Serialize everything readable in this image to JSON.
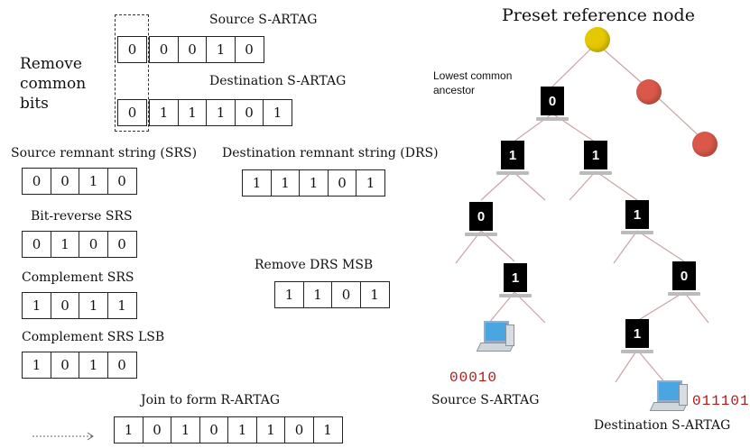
{
  "left": {
    "remove_common_bits": [
      "Remove",
      "common",
      "bits"
    ],
    "source_label": "Source S-ARTAG",
    "source_bits": [
      "0",
      "0",
      "0",
      "1",
      "0"
    ],
    "dest_label": "Destination S-ARTAG",
    "dest_bits": [
      "0",
      "1",
      "1",
      "1",
      "0",
      "1"
    ],
    "srs_label": "Source remnant string (SRS)",
    "srs_bits": [
      "0",
      "0",
      "1",
      "0"
    ],
    "drs_label": "Destination remnant string (DRS)",
    "drs_bits": [
      "1",
      "1",
      "1",
      "0",
      "1"
    ],
    "bitrev_label": "Bit-reverse SRS",
    "bitrev_bits": [
      "0",
      "1",
      "0",
      "0"
    ],
    "complement_label": "Complement SRS",
    "complement_bits": [
      "1",
      "0",
      "1",
      "1"
    ],
    "remove_msb_label": "Remove DRS MSB",
    "remove_msb_bits": [
      "1",
      "1",
      "0",
      "1"
    ],
    "complement_lsb_label": "Complement SRS LSB",
    "complement_lsb_bits": [
      "1",
      "0",
      "1",
      "0"
    ],
    "join_label": "Join to form R-ARTAG",
    "join_bits": [
      "1",
      "0",
      "1",
      "0",
      "1",
      "1",
      "0",
      "1"
    ]
  },
  "tree": {
    "title": "Preset reference node",
    "lca_label_line1": "Lowest common",
    "lca_label_line2": "ancestor",
    "nodes": [
      "0",
      "1",
      "1",
      "0",
      "1",
      "1",
      "0",
      "1"
    ],
    "source_tag": "00010",
    "source_label": "Source S-ARTAG",
    "dest_tag": "011101",
    "dest_label": "Destination S-ARTAG",
    "colors": {
      "root": "#e6c800",
      "side": "#d9584a",
      "edge": "#c79a9a",
      "tag": "#b01818"
    }
  }
}
